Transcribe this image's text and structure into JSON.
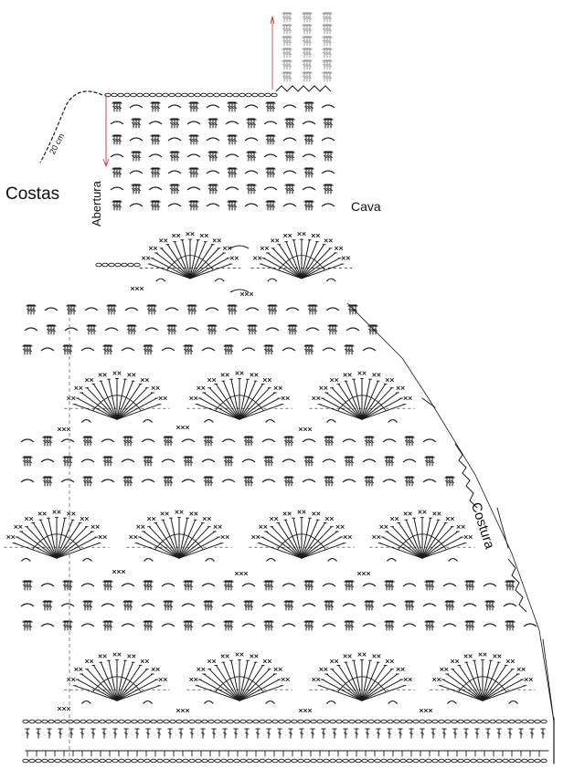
{
  "diagram": {
    "title": "Costas",
    "labels": {
      "armhole": "Cava",
      "seam": "Costura",
      "opening": "Abertura",
      "measure": "20 cm"
    },
    "colors": {
      "ink": "#1a1a1a",
      "faded": "#9a9a9a",
      "guide": "#8a8a8a",
      "background": "#ffffff"
    },
    "symbols": {
      "stitch": "cluster-stitch-icon",
      "chain": "chain-arc-icon",
      "fan": "fan-shell-icon",
      "single": "single-crochet-icon"
    }
  }
}
